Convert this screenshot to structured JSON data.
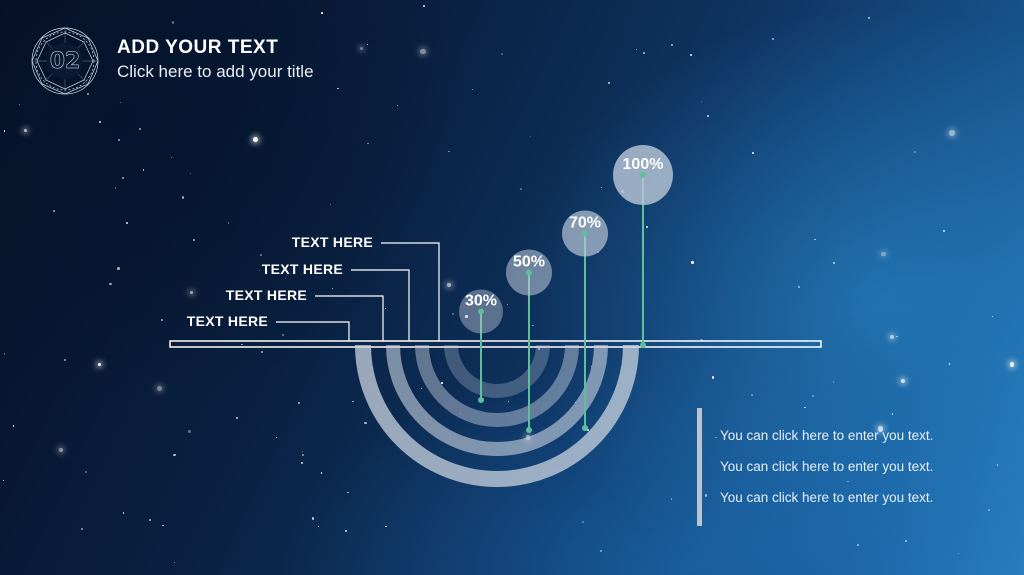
{
  "slide": {
    "number": "02",
    "title": "ADD YOUR  TEXT",
    "subtitle": "Click here to add your title"
  },
  "chart_data": {
    "type": "bar",
    "categories": [
      "TEXT HERE",
      "TEXT HERE",
      "TEXT HERE",
      "TEXT HERE"
    ],
    "values": [
      30,
      50,
      70,
      100
    ],
    "value_labels": [
      "30%",
      "50%",
      "70%",
      "100%"
    ],
    "unit": "%"
  },
  "notes": [
    "You can click here to enter you text.",
    "You can click here to enter you text.",
    "You can click here to enter you text."
  ],
  "colors": {
    "ring": "#c9d3df",
    "stem": "#5fbf9a",
    "bubble": "#b9c6d6",
    "text": "#ffffff"
  }
}
